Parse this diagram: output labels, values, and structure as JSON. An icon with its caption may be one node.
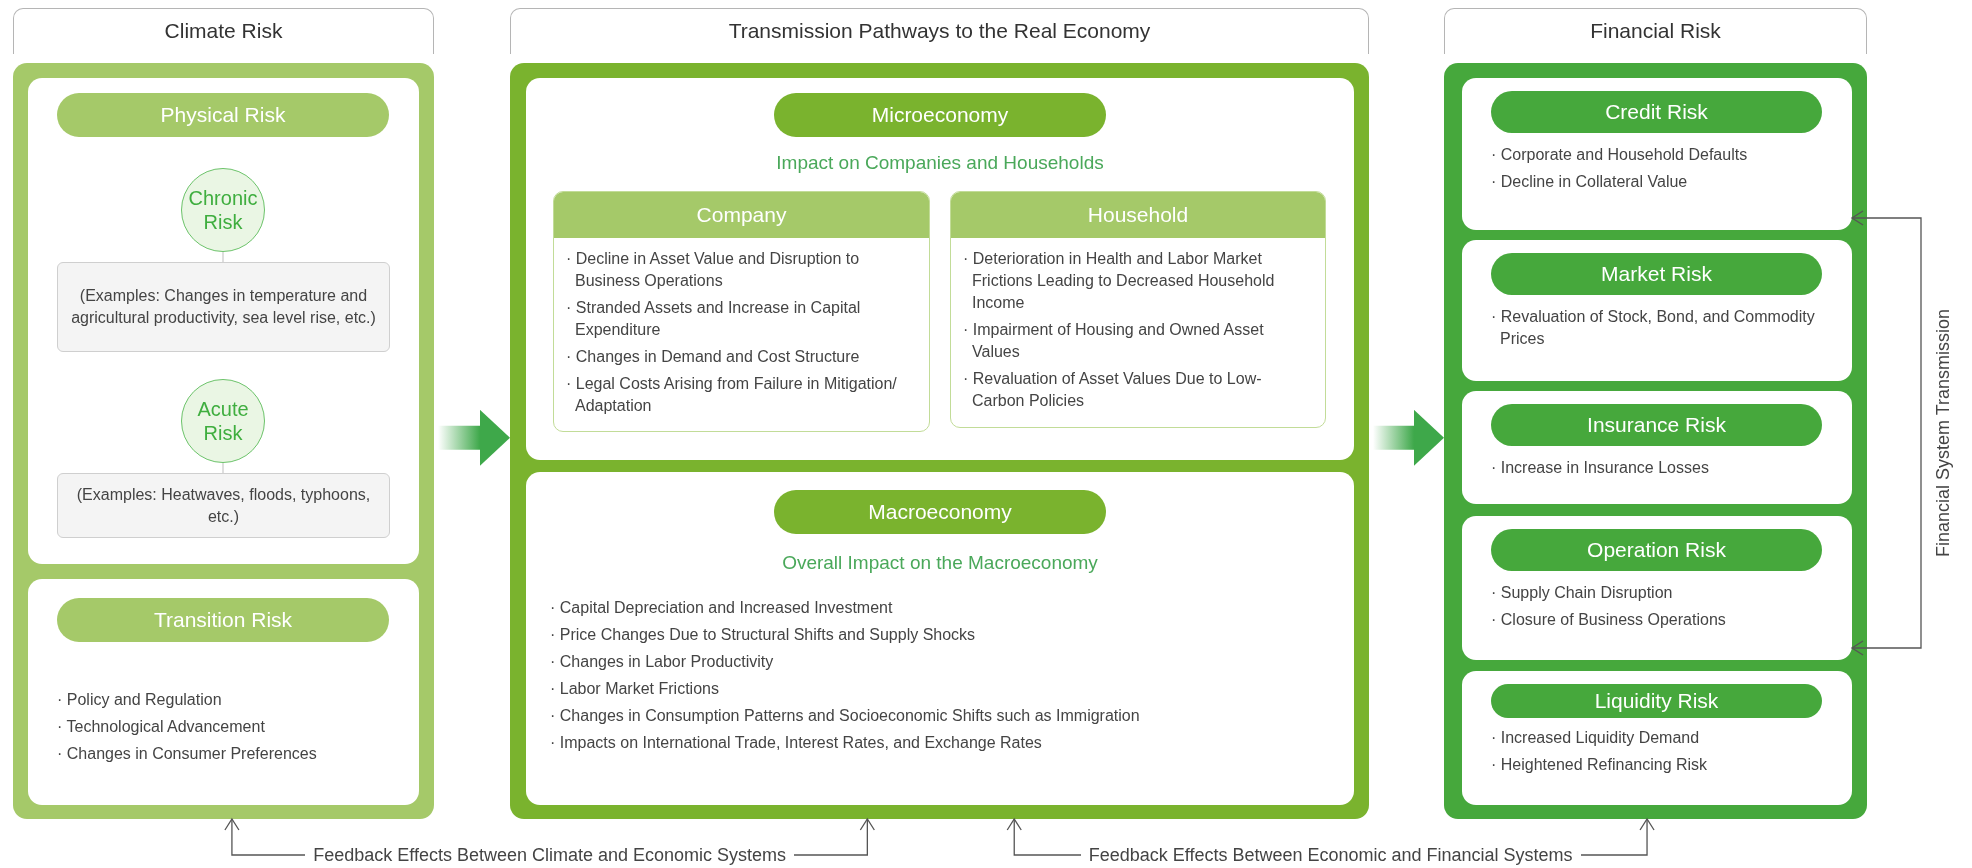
{
  "diagram": {
    "nodes": [
      {
        "text": [
          "Climate Risk"
        ]
      },
      {
        "text": [
          "Physical Risk"
        ],
        "in": 0
      },
      {
        "text": [
          "Chronic Risk"
        ],
        "in": 1
      },
      {
        "text": [
          "(Examples: Changes in temperature and agricultural productivity, sea level rise, etc.)"
        ],
        "in": 1
      },
      {
        "text": [
          "Acute Risk"
        ],
        "in": 1
      },
      {
        "text": [
          "(Examples: Heatwaves, floods, typhoons, etc.)"
        ],
        "in": 1
      },
      {
        "text": [
          "Transition Risk",
          "· Policy and Regulation",
          "· Technological Advancement",
          "· Changes in Consumer Preferences"
        ],
        "in": 0
      },
      {
        "text": [
          "Transmission Pathways to the Real Economy"
        ]
      },
      {
        "text": [
          "Microeconomy",
          "Impact on Companies and Households"
        ],
        "in": 7
      },
      {
        "text": [
          "Company",
          "· Decline in Asset Value and Disruption to Business Operations",
          "· Stranded Assets and Increase in Capital Expenditure",
          "· Changes in Demand and Cost Structure",
          "· Legal Costs Arising from Failure in Mitigation/ Adaptation"
        ],
        "in": 8
      },
      {
        "text": [
          "Household",
          "· Deterioration in Health and Labor Market Frictions Leading to Decreased Household Income",
          "· Impairment of Housing and Owned Asset Values",
          "· Revaluation of Asset Values Due to Low-Carbon Policies"
        ],
        "in": 8
      },
      {
        "text": [
          "Macroeconomy",
          "Overall Impact on the Macroeconomy",
          "· Capital Depreciation and Increased Investment",
          "· Price Changes Due to Structural Shifts and Supply Shocks",
          "· Changes in Labor Productivity",
          "· Labor Market Frictions",
          "· Changes in Consumption Patterns and Socioeconomic Shifts such as Immigration",
          "· Impacts on International Trade, Interest Rates, and Exchange Rates"
        ],
        "in": 7
      },
      {
        "text": [
          "Financial Risk"
        ]
      },
      {
        "text": [
          "Credit Risk",
          "· Corporate and Household Defaults",
          "· Decline in Collateral Value"
        ],
        "in": 12
      },
      {
        "text": [
          "Market Risk",
          "· Revaluation of Stock, Bond, and Commodity Prices"
        ],
        "in": 12
      },
      {
        "text": [
          "Insurance Risk",
          "· Increase in Insurance Losses"
        ],
        "in": 12
      },
      {
        "text": [
          "Operation Risk",
          "· Supply Chain Disruption",
          "· Closure of Business Operations"
        ],
        "in": 12
      },
      {
        "text": [
          "Liquidity Risk",
          "· Increased Liquidity Demand",
          "· Heightened Refinancing Risk"
        ],
        "in": 12
      }
    ],
    "edges": [
      {
        "from": 2,
        "to": 3,
        "arrow": "none",
        "color": "#cccccc"
      },
      {
        "from": 4,
        "to": 5,
        "arrow": "none",
        "color": "#cccccc"
      },
      {
        "from": 0,
        "to": 7,
        "arrow": "to",
        "style": "thick",
        "color": "#3ea84a"
      },
      {
        "from": 7,
        "to": 12,
        "arrow": "to",
        "style": "thick",
        "color": "#3ea84a"
      },
      {
        "from": 0,
        "to": 7,
        "arrow": "both",
        "label": "Feedback Effects Between Climate and Economic Systems"
      },
      {
        "from": 7,
        "to": 12,
        "arrow": "both",
        "label": "Feedback Effects Between Economic and Financial Systems"
      },
      {
        "from": 13,
        "to": 16,
        "arrow": "both",
        "label": "Financial System Transmission"
      }
    ]
  }
}
